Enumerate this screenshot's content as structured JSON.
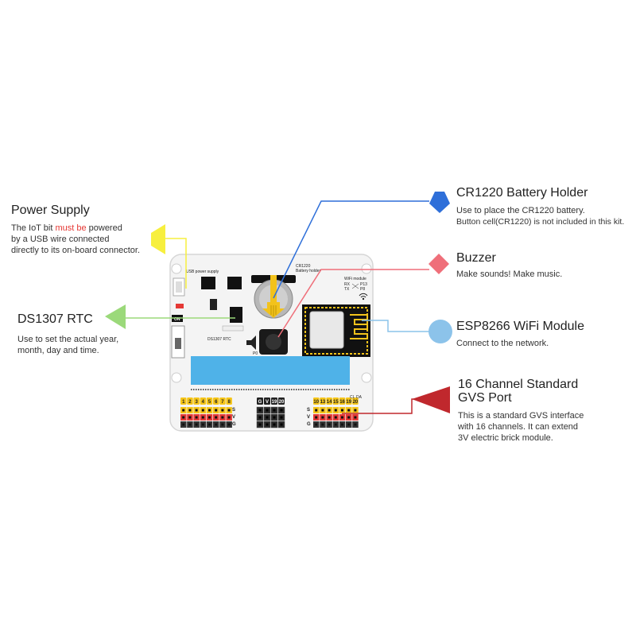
{
  "callouts": {
    "power_supply": {
      "title": "Power Supply",
      "desc_line1_a": "The IoT bit ",
      "desc_line1_warn": "must be",
      "desc_line1_b": " powered",
      "desc_line2": "by a USB wire connected",
      "desc_line3": "directly to its on-board connector."
    },
    "rtc": {
      "title": "DS1307 RTC",
      "desc_line1": "Use to set the actual year,",
      "desc_line2": "month, day and time."
    },
    "battery": {
      "title": "CR1220 Battery Holder",
      "desc_line1": "Use to place the CR1220 battery.",
      "desc_line2": "Button cell(CR1220) is not included in this kit."
    },
    "buzzer": {
      "title": "Buzzer",
      "desc_line1": "Make sounds! Make music."
    },
    "wifi": {
      "title": "ESP8266 WiFi Module",
      "desc_line1": "Connect to the network."
    },
    "gvs": {
      "title_line1": "16 Channel Standard",
      "title_line2": "GVS Port",
      "desc_line1": "This is a standard GVS interface",
      "desc_line2": "with 16 channels. It can extend",
      "desc_line3": "3V electric brick module."
    }
  },
  "board": {
    "usb_label": "USB power supply",
    "battery_label_1": "CR1220",
    "battery_label_2": "Battery holder",
    "rtc_label": "DS1307 RTC",
    "on_label": "ON",
    "buzzer_pin": "P0",
    "wifi_label": "WiFi module",
    "rx_label": "RX",
    "tx_label": "TX",
    "p13_label": "P13",
    "p8_label": "P8",
    "left_pins": [
      "1",
      "2",
      "3",
      "4",
      "5",
      "6",
      "7",
      "8"
    ],
    "mid_pins": [
      "G",
      "V",
      "19",
      "20"
    ],
    "right_pins": [
      "10",
      "13",
      "14",
      "15",
      "16",
      "19",
      "20"
    ],
    "svg_letters": [
      "S",
      "V",
      "G"
    ],
    "cl_label": "CL",
    "da_label": "DA"
  },
  "colors": {
    "power": "#f7ef3e",
    "rtc": "#9bd97a",
    "battery": "#2e6fd9",
    "buzzer": "#ef6f7a",
    "wifi": "#8cc3ea",
    "gvs": "#c0282d",
    "pin_yellow": "#f5c518",
    "pin_red": "#e53935",
    "pin_black": "#333333",
    "board": "#f3f3f3",
    "edge_connector": "#4fb2e8",
    "battery_gold": "#f2c21b"
  },
  "icons": {
    "power": "yellow-pentagon-arrow-icon",
    "rtc": "green-triangle-arrow-icon",
    "battery": "blue-pentagon-icon",
    "buzzer": "pink-diamond-icon",
    "wifi": "lightblue-circle-icon",
    "gvs": "red-triangle-arrow-icon"
  }
}
